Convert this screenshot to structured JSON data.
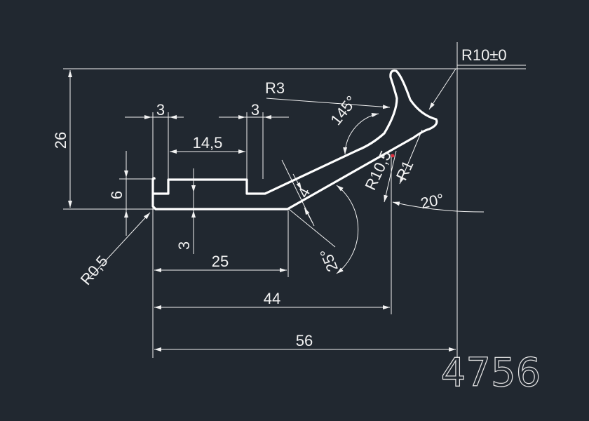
{
  "colors": {
    "background": "#212830",
    "line": "#f2f2f2",
    "profile": "#ffffff",
    "accent": "#e03040"
  },
  "drawing": {
    "part_number": "4756",
    "dimensions": {
      "height_26": "26",
      "height_6": "6",
      "depth_3": "3",
      "width_3_left": "3",
      "width_3_right": "3",
      "width_14_5": "14,5",
      "width_25": "25",
      "width_44": "44",
      "width_56": "56",
      "thickness_4": "4",
      "radius_r3": "R3",
      "radius_r10": "R10±0",
      "radius_r0_5": "R0,5",
      "radius_r1": "R1",
      "radius_r10_5": "R10,5",
      "angle_145": "145°",
      "angle_25": "25°",
      "angle_20": "20°"
    }
  }
}
